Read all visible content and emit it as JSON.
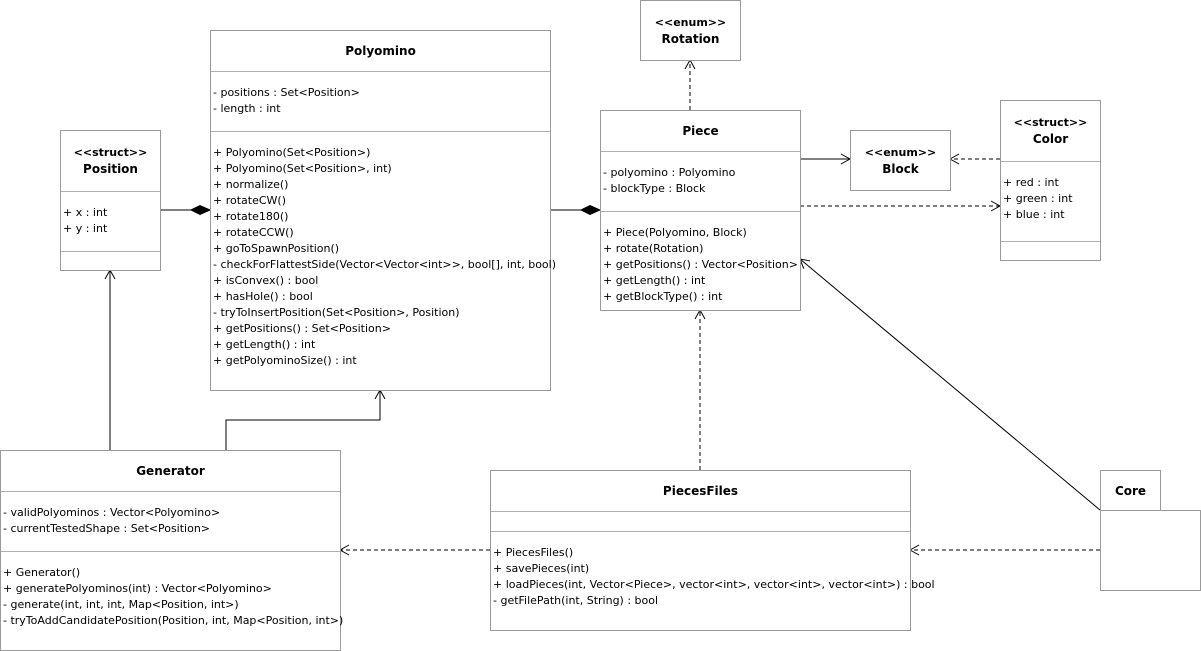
{
  "diagram": {
    "classes": [
      {
        "id": "rotation",
        "stereotype": "<<enum>>",
        "name": "Rotation",
        "attributes": [],
        "methods": []
      },
      {
        "id": "polyomino",
        "stereotype": "",
        "name": "Polyomino",
        "attributes": [
          "- positions : Set<Position>",
          "- length : int"
        ],
        "methods": [
          "+ Polyomino(Set<Position>)",
          "+ Polyomino(Set<Position>, int)",
          "+ normalize()",
          "+ rotateCW()",
          "+ rotate180()",
          "+ rotateCCW()",
          "+ goToSpawnPosition()",
          "- checkForFlattestSide(Vector<Vector<int>>, bool[], int, bool)",
          "+ isConvex() : bool",
          "+ hasHole() : bool",
          "- tryToInsertPosition(Set<Position>, Position)",
          "+ getPositions() : Set<Position>",
          "+ getLength() : int",
          "+ getPolyominoSize() : int"
        ]
      },
      {
        "id": "position",
        "stereotype": "<<struct>>",
        "name": "Position",
        "attributes": [
          "+ x : int",
          "+ y : int"
        ],
        "methods": []
      },
      {
        "id": "piece",
        "stereotype": "",
        "name": "Piece",
        "attributes": [
          "- polyomino : Polyomino",
          "- blockType : Block"
        ],
        "methods": [
          "+ Piece(Polyomino, Block)",
          "+ rotate(Rotation)",
          "+ getPositions() : Vector<Position>",
          "+ getLength() : int",
          "+ getBlockType() : int"
        ]
      },
      {
        "id": "block",
        "stereotype": "<<enum>>",
        "name": "Block",
        "attributes": [],
        "methods": []
      },
      {
        "id": "color",
        "stereotype": "<<struct>>",
        "name": "Color",
        "attributes": [
          "+ red : int",
          "+ green : int",
          "+ blue : int"
        ],
        "methods": []
      },
      {
        "id": "generator",
        "stereotype": "",
        "name": "Generator",
        "attributes": [
          "- validPolyominos : Vector<Polyomino>",
          "- currentTestedShape : Set<Position>"
        ],
        "methods": [
          "+ Generator()",
          "+ generatePolyominos(int) : Vector<Polyomino>",
          "- generate(int, int, int, Map<Position, int>)",
          "- tryToAddCandidatePosition(Position, int, Map<Position, int>)"
        ]
      },
      {
        "id": "piecesfiles",
        "stereotype": "",
        "name": "PiecesFiles",
        "attributes": [],
        "methods": [
          "+ PiecesFiles()",
          "+ savePieces(int)",
          "+ loadPieces(int, Vector<Piece>, vector<int>, vector<int>, vector<int>) : bool",
          "- getFilePath(int, String) : bool"
        ]
      },
      {
        "id": "core",
        "stereotype": "",
        "name": "Core",
        "attributes": [],
        "methods": []
      }
    ],
    "relations": [
      {
        "from": "polyomino",
        "to": "position",
        "kind": "composition"
      },
      {
        "from": "piece",
        "to": "polyomino",
        "kind": "composition"
      },
      {
        "from": "piece",
        "to": "rotation",
        "kind": "dependency"
      },
      {
        "from": "piece",
        "to": "block",
        "kind": "association"
      },
      {
        "from": "piece",
        "to": "color",
        "kind": "dependency"
      },
      {
        "from": "color",
        "to": "block",
        "kind": "dependency"
      },
      {
        "from": "generator",
        "to": "position",
        "kind": "association"
      },
      {
        "from": "generator",
        "to": "polyomino",
        "kind": "association"
      },
      {
        "from": "piecesfiles",
        "to": "piece",
        "kind": "dependency"
      },
      {
        "from": "piecesfiles",
        "to": "generator",
        "kind": "dependency"
      },
      {
        "from": "core",
        "to": "piecesfiles",
        "kind": "dependency"
      },
      {
        "from": "core",
        "to": "piece",
        "kind": "association"
      }
    ]
  }
}
